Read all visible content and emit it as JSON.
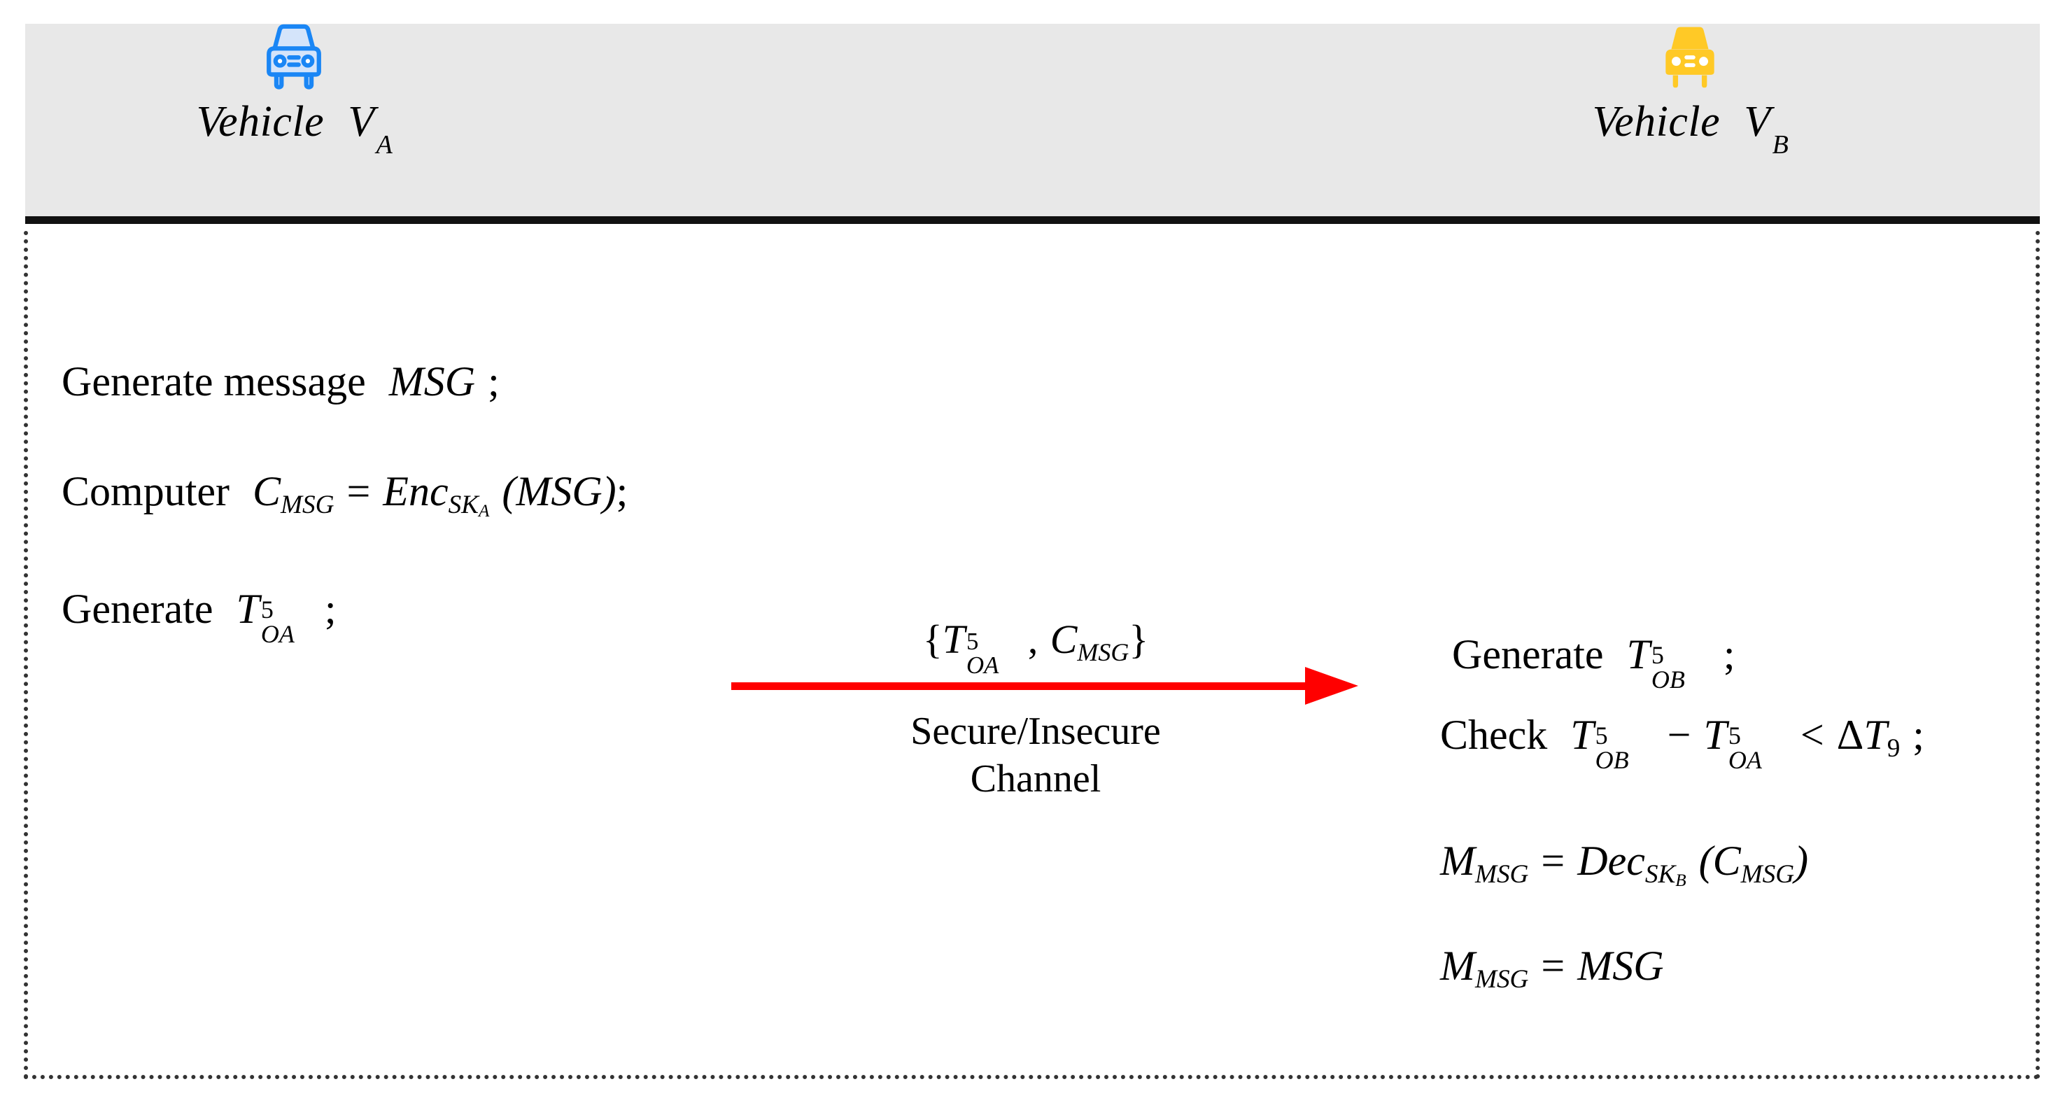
{
  "diagram": {
    "title": "Vehicle-to-Vehicle secure message transmission phase",
    "accent_colors": {
      "header_background": "#E8E8E8",
      "header_rule": "#111111",
      "arrow": "#FF0000",
      "vehicle_a_icon": "#1A86F5",
      "vehicle_b_icon": "#FFC926",
      "frame_dots": "#333333",
      "text": "#000000"
    }
  },
  "header": {
    "participants": [
      {
        "icon": "car-front-icon",
        "icon_color": "#1A86F5",
        "label_main": "Vehicle",
        "label_symbol": "V",
        "label_subscript": "A"
      },
      {
        "icon": "car-front-icon",
        "icon_color": "#FFC926",
        "label_main": "Vehicle",
        "label_symbol": "V",
        "label_subscript": "B"
      }
    ]
  },
  "left_column": {
    "lines": [
      {
        "id": "generate-message",
        "keyword": "Generate message",
        "symbol": "MSG",
        "terminator": ";",
        "plain": "Generate message MSG ;"
      },
      {
        "id": "compute-ciphertext",
        "keyword": "Computer",
        "lhs_base": "C",
        "lhs_sub": "MSG",
        "operator": "=",
        "rhs_func": "Enc",
        "rhs_key": "SK",
        "rhs_key_sub": "A",
        "rhs_arg": "MSG",
        "terminator": ";",
        "plain": "Computer C_MSG = Enc_SK_A ( MSG ) ;"
      },
      {
        "id": "generate-timestamp-a",
        "keyword": "Generate",
        "symbol_base": "T",
        "symbol_sub": "OA",
        "symbol_sup": "5",
        "terminator": ";",
        "plain": "Generate T_OA^5 ;"
      }
    ]
  },
  "channel": {
    "payload": {
      "open_brace": "{",
      "item1_base": "T",
      "item1_sub": "OA",
      "item1_sup": "5",
      "separator": ",",
      "item2_base": "C",
      "item2_sub": "MSG",
      "close_brace": "}",
      "plain": "{ T_OA^5 , C_MSG }"
    },
    "arrow": {
      "direction": "left-to-right",
      "color": "#FF0000"
    },
    "name_line1": "Secure/Insecure",
    "name_line2": "Channel"
  },
  "right_column": {
    "lines": [
      {
        "id": "generate-timestamp-b",
        "keyword": "Generate",
        "symbol_base": "T",
        "symbol_sub": "OB",
        "symbol_sup": "5",
        "terminator": ";",
        "plain": "Generate T_OB^5 ;"
      },
      {
        "id": "check-freshness",
        "keyword": "Check",
        "lhs_base": "T",
        "lhs_sub": "OB",
        "lhs_sup": "5",
        "minus": "−",
        "rhs_base": "T",
        "rhs_sub": "OA",
        "rhs_sup": "5",
        "relation": "<",
        "bound_delta": "Δ",
        "bound_base": "T",
        "bound_sub": "9",
        "terminator": ";",
        "plain": "Check T_OB^5 - T_OA^5 < ΔT_9 ;"
      },
      {
        "id": "decrypt-ciphertext",
        "lhs_base": "M",
        "lhs_sub": "MSG",
        "operator": "=",
        "rhs_func": "Dec",
        "rhs_key": "SK",
        "rhs_key_sub": "B",
        "rhs_arg_base": "C",
        "rhs_arg_sub": "MSG",
        "plain": "M_MSG = Dec_SK_B ( C_MSG )"
      },
      {
        "id": "verify-message-equality",
        "lhs_base": "M",
        "lhs_sub": "MSG",
        "operator": "=",
        "rhs": "MSG",
        "plain": "M_MSG = MSG"
      }
    ]
  }
}
